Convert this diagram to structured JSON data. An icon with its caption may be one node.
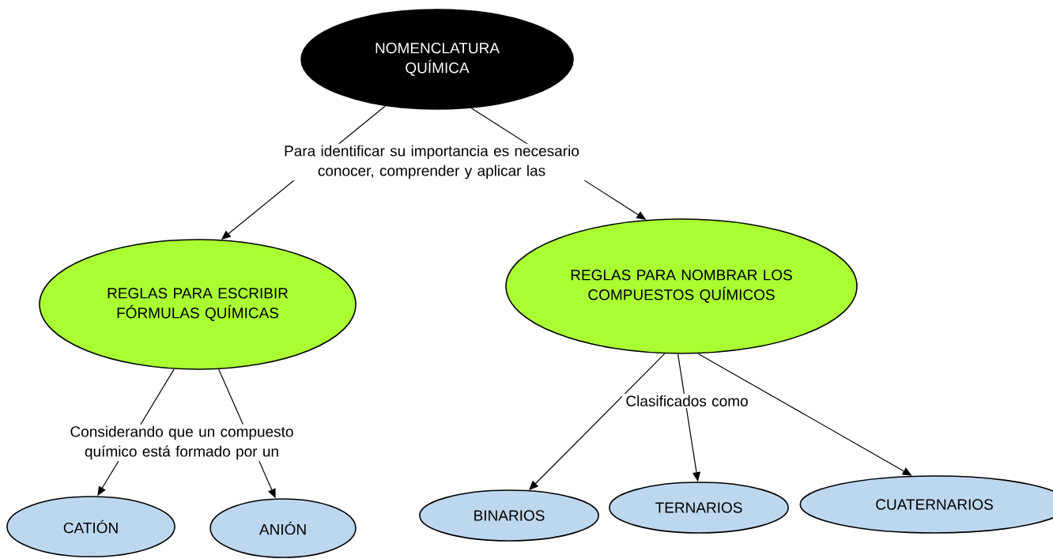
{
  "diagram": {
    "nodes": [
      {
        "text": [
          "NOMENCLATURA QUÍMICA"
        ]
      },
      {
        "text": [
          "REGLAS PARA ESCRIBIR FÓRMULAS QUÍMICAS"
        ]
      },
      {
        "text": [
          "REGLAS PARA NOMBRAR LOS COMPUESTOS QUÍMICOS"
        ]
      },
      {
        "text": [
          "CATIÓN"
        ]
      },
      {
        "text": [
          "ANIÓN"
        ]
      },
      {
        "text": [
          "BINARIOS"
        ]
      },
      {
        "text": [
          "TERNARIOS"
        ]
      },
      {
        "text": [
          "CUATERNARIOS"
        ]
      }
    ],
    "edges": [
      {
        "from": 0,
        "to": 1,
        "arrow": "to",
        "label": "Para identificar su importancia es necesario conocer, comprender y aplicar las"
      },
      {
        "from": 0,
        "to": 2,
        "arrow": "to"
      },
      {
        "from": 1,
        "to": 3,
        "arrow": "to",
        "label": "Considerando que un compuesto químico está formado por un"
      },
      {
        "from": 1,
        "to": 4,
        "arrow": "to"
      },
      {
        "from": 2,
        "to": 5,
        "arrow": "to",
        "label": "Clasificados como"
      },
      {
        "from": 2,
        "to": 6,
        "arrow": "to"
      },
      {
        "from": 2,
        "to": 7,
        "arrow": "to"
      }
    ]
  }
}
